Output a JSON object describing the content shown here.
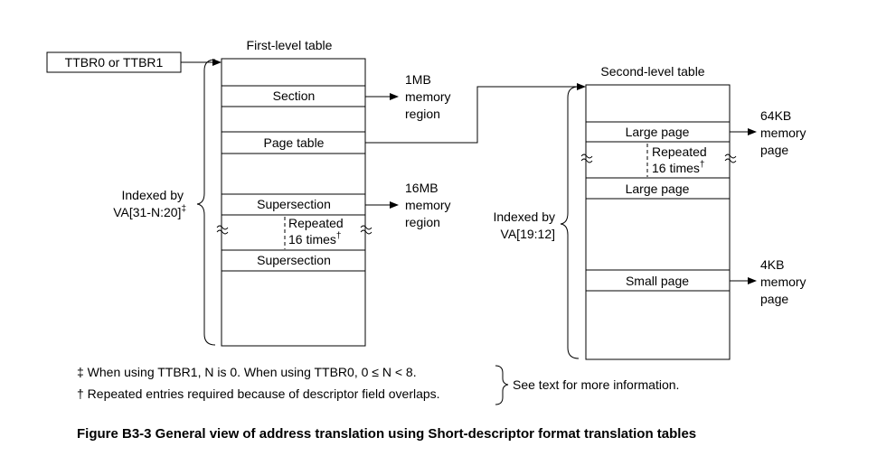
{
  "ttbr_label": "TTBR0 or TTBR1",
  "first_level": {
    "title": "First-level table",
    "entries": {
      "section": "Section",
      "page_table": "Page table",
      "supersection_top": "Supersection",
      "supersection_bottom": "Supersection"
    },
    "repeated": [
      "Repeated",
      "16 times",
      "†"
    ],
    "index_label": [
      "Indexed by",
      "VA[31-N:20]",
      "‡"
    ],
    "region_1mb": [
      "1MB",
      "memory",
      "region"
    ],
    "region_16mb": [
      "16MB",
      "memory",
      "region"
    ]
  },
  "second_level": {
    "title": "Second-level table",
    "entries": {
      "large_top": "Large page",
      "large_bottom": "Large page",
      "small": "Small page"
    },
    "repeated": [
      "Repeated",
      "16 times",
      "†"
    ],
    "index_label": [
      "Indexed by",
      "VA[19:12]"
    ],
    "page_64kb": [
      "64KB",
      "memory",
      "page"
    ],
    "page_4kb": [
      "4KB",
      "memory",
      "page"
    ]
  },
  "footnotes": {
    "double_dagger": "‡ When using TTBR1, N is 0. When using TTBR0, 0 ≤ N < 8.",
    "dagger": "† Repeated entries required because of descriptor field overlaps.",
    "see_text": "See text for more information."
  },
  "caption": "Figure B3-3 General view of address translation using Short-descriptor format translation tables"
}
